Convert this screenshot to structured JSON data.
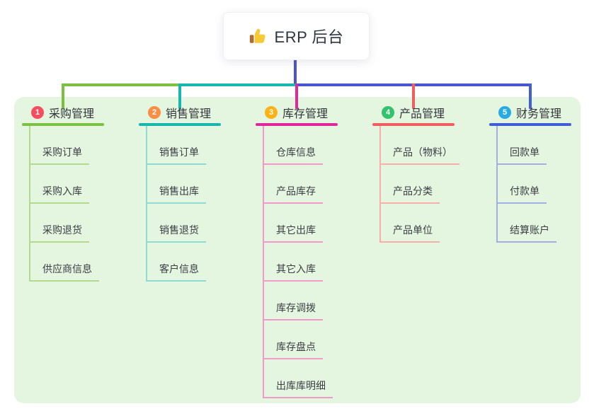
{
  "root": {
    "label": "ERP 后台",
    "icon": "thumbs-up-icon",
    "connector_color": "#4a54ce"
  },
  "canvas": {
    "background": "#ffffff",
    "panel_background": "#e4f5e0",
    "text_color": "#33373d"
  },
  "branches": [
    {
      "number": "1",
      "title": "采购管理",
      "badge_color": "#f54e5e",
      "line_color": "#7cc041",
      "light_color": "#b3da8c",
      "children": [
        "采购订单",
        "采购入库",
        "采购退货",
        "供应商信息"
      ]
    },
    {
      "number": "2",
      "title": "销售管理",
      "badge_color": "#fb8d45",
      "line_color": "#16b8ae",
      "light_color": "#8fdbd4",
      "children": [
        "销售订单",
        "销售出库",
        "销售退货",
        "客户信息"
      ]
    },
    {
      "number": "3",
      "title": "库存管理",
      "badge_color": "#fbb216",
      "line_color": "#e2269b",
      "light_color": "#f19ac9",
      "children": [
        "仓库信息",
        "产品库存",
        "其它出库",
        "其它入库",
        "库存调拨",
        "库存盘点",
        "出库库明细"
      ]
    },
    {
      "number": "4",
      "title": "产品管理",
      "badge_color": "#33c36d",
      "line_color": "#f25e5e",
      "light_color": "#f8aeab",
      "children": [
        "产品（物料）",
        "产品分类",
        "产品单位"
      ]
    },
    {
      "number": "5",
      "title": "财务管理",
      "badge_color": "#2aaae2",
      "line_color": "#3f5ed8",
      "light_color": "#a3b0e5",
      "children": [
        "回款单",
        "付款单",
        "结算账户"
      ]
    }
  ]
}
